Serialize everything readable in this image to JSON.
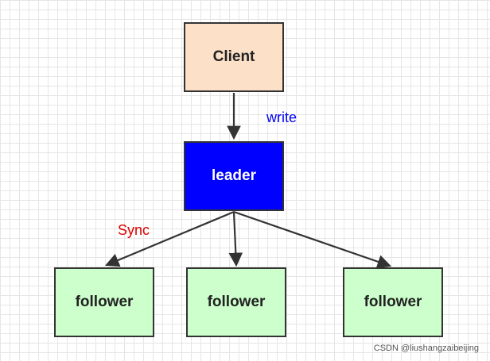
{
  "nodes": {
    "client": {
      "label": "Client",
      "fill": "#fde0c8",
      "text_color": "#222222"
    },
    "leader": {
      "label": "leader",
      "fill": "#0000ff",
      "text_color": "#ffffff"
    },
    "followers": [
      {
        "label": "follower",
        "fill": "#ccffcc",
        "text_color": "#222222"
      },
      {
        "label": "follower",
        "fill": "#ccffcc",
        "text_color": "#222222"
      },
      {
        "label": "follower",
        "fill": "#ccffcc",
        "text_color": "#222222"
      }
    ]
  },
  "edges": [
    {
      "from": "Client",
      "to": "leader"
    },
    {
      "from": "leader",
      "to": "follower"
    },
    {
      "from": "leader",
      "to": "follower"
    },
    {
      "from": "leader",
      "to": "follower"
    }
  ],
  "edge_labels": {
    "write": {
      "text": "write",
      "color": "#0000ee"
    },
    "sync": {
      "text": "Sync",
      "color": "#dd0000"
    }
  },
  "edge_color": "#333333",
  "watermark": "CSDN @liushangzaibeijing"
}
